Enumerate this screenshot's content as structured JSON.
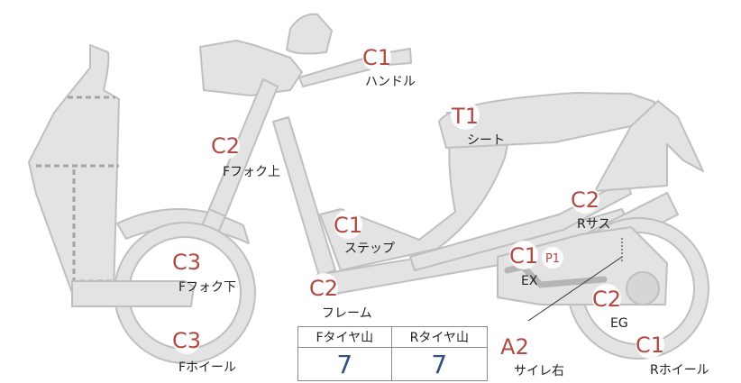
{
  "colors": {
    "part_fill": "#e3e3e3",
    "part_stroke": "#bfbfbf",
    "code_red": "#b04a43",
    "badge_fill": "#ffffff",
    "value_blue": "#34527d"
  },
  "parts": {
    "handle": {
      "code": "C1",
      "label": "ハンドル"
    },
    "seat": {
      "code": "T1",
      "label": "シート"
    },
    "fork_upper": {
      "code": "C2",
      "label": "Fフォク上"
    },
    "step": {
      "code": "C1",
      "label": "ステップ"
    },
    "r_sus": {
      "code": "C2",
      "label": "Rサス"
    },
    "fork_lower": {
      "code": "C3",
      "label": "Fフォク下"
    },
    "ex": {
      "code": "C1",
      "label": "EX",
      "sub_code": "P1"
    },
    "frame": {
      "code": "C2",
      "label": "フレーム"
    },
    "eg": {
      "code": "C2",
      "label": "EG"
    },
    "f_wheel": {
      "code": "C3",
      "label": "Fホイール"
    },
    "side_stand": {
      "code": "A2",
      "label": "サイレ右"
    },
    "r_wheel": {
      "code": "C1",
      "label": "Rホイール"
    }
  },
  "tire_tread": {
    "front": {
      "label": "Fタイヤ山",
      "value": "7"
    },
    "rear": {
      "label": "Rタイヤ山",
      "value": "7"
    }
  }
}
